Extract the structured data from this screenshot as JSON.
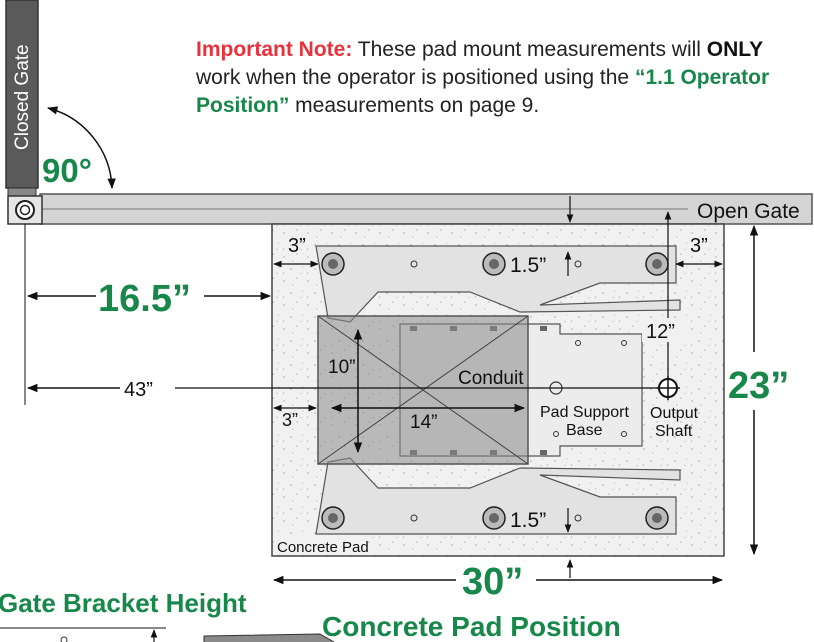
{
  "note": {
    "label": "Important Note:",
    "text1": " These pad mount measurements will ",
    "only": "ONLY",
    "text2": " work when the operator is positioned using the ",
    "position_ref": "“1.1 Operator Position”",
    "text3": " measurements on page 9."
  },
  "labels": {
    "closed_gate": "Closed Gate",
    "open_gate": "Open Gate",
    "angle": "90°",
    "conduit": "Conduit",
    "pad_support_base_1": "Pad Support",
    "pad_support_base_2": "Base",
    "output_shaft_1": "Output",
    "output_shaft_2": "Shaft",
    "concrete_pad": "Concrete Pad",
    "gate_bracket_height": "Gate Bracket Height",
    "concrete_pad_position": "Concrete Pad Position"
  },
  "dimensions": {
    "setback": "16.5”",
    "to_shaft": "43”",
    "pad_width": "30”",
    "pad_depth": "23”",
    "left_margin": "3”",
    "right_margin": "3”",
    "top_gap": "1.5”",
    "bottom_gap": "1.5”",
    "shaft_offset": "12”",
    "conduit_height": "10”",
    "conduit_width": "14”",
    "conduit_inset": "3”"
  },
  "colors": {
    "accent_green": "#17874a",
    "accent_red": "#e8323c",
    "gate_gray": "#5a5a5a"
  }
}
